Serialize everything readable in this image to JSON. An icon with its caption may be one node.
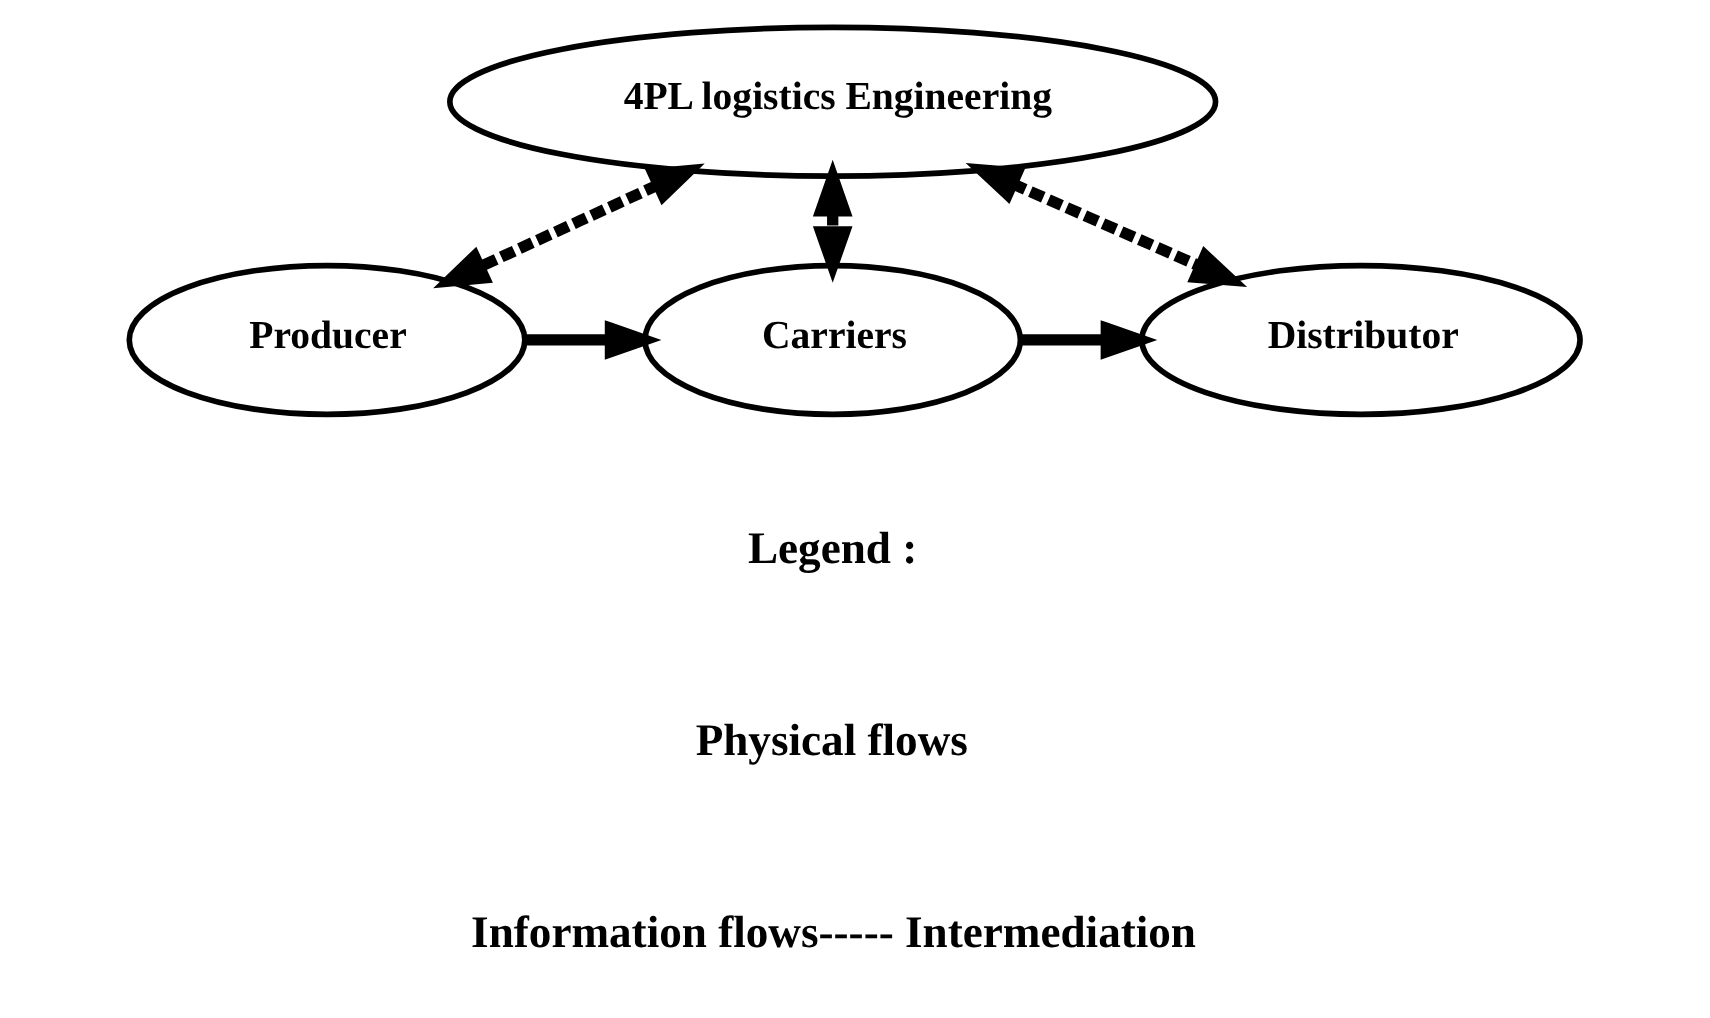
{
  "diagram": {
    "nodes": [
      {
        "text": [
          "4PL logistics Engineering"
        ]
      },
      {
        "text": [
          "Producer"
        ]
      },
      {
        "text": [
          "Carriers"
        ]
      },
      {
        "text": [
          "Distributor"
        ]
      }
    ],
    "edges": [
      {
        "from": 0,
        "to": 1,
        "arrow": "both",
        "style": "dashed"
      },
      {
        "from": 0,
        "to": 2,
        "arrow": "both",
        "style": "dashed"
      },
      {
        "from": 0,
        "to": 3,
        "arrow": "both",
        "style": "dashed"
      },
      {
        "from": 1,
        "to": 2,
        "arrow": "to"
      },
      {
        "from": 2,
        "to": 3,
        "arrow": "to"
      }
    ],
    "labels": [
      "Legend :"
    ],
    "legend": [
      {
        "text": "Physical flows"
      },
      {
        "text": "Information flows----- Intermediation"
      }
    ]
  }
}
